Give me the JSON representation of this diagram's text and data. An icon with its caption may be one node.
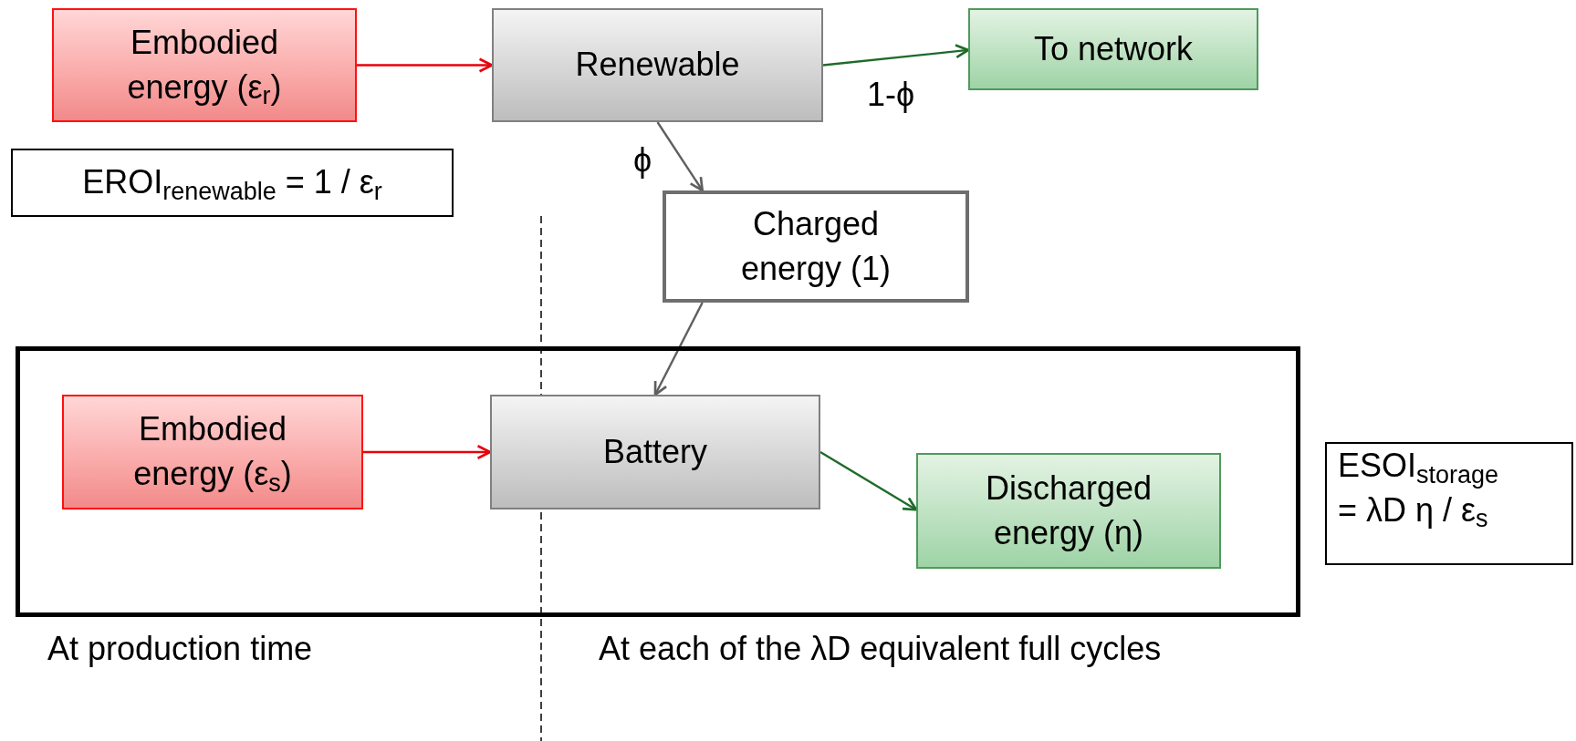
{
  "diagram": {
    "nodes": [
      {
        "text": [
          "Embodied energy (ε$_{r}$)"
        ]
      },
      {
        "text": [
          "Renewable"
        ]
      },
      {
        "text": [
          "To network"
        ]
      },
      {
        "text": [
          "EROI$_{renewable}$ = 1 / ε$_{r}$"
        ]
      },
      {
        "text": [
          "Charged energy (1)"
        ]
      },
      {
        "text": [],
        "shape": "box"
      },
      {
        "text": [
          "Embodied energy (ε$_{s}$)"
        ],
        "in": 5
      },
      {
        "text": [
          "Battery"
        ],
        "in": 5
      },
      {
        "text": [
          "Discharged energy (η)"
        ],
        "in": 5
      },
      {
        "text": [
          "ESOI$_{storage}$ = λD η / ε$_{s}$"
        ]
      }
    ],
    "edges": [
      {
        "from": 0,
        "to": 1,
        "arrow": "to",
        "color": "#e8000b"
      },
      {
        "from": 1,
        "to": 2,
        "arrow": "to",
        "label": "1-ϕ",
        "color": "#1f6b2a"
      },
      {
        "from": 1,
        "to": 4,
        "arrow": "to",
        "label": "ϕ",
        "color": "#5f5f5f"
      },
      {
        "from": 4,
        "to": 7,
        "arrow": "to",
        "color": "#5f5f5f"
      },
      {
        "from": 6,
        "to": 7,
        "arrow": "to",
        "color": "#e8000b"
      },
      {
        "from": 7,
        "to": 8,
        "arrow": "to",
        "color": "#1f6b2a"
      }
    ],
    "labels": [
      "At production time",
      "At each of the λD equivalent full cycles"
    ]
  }
}
